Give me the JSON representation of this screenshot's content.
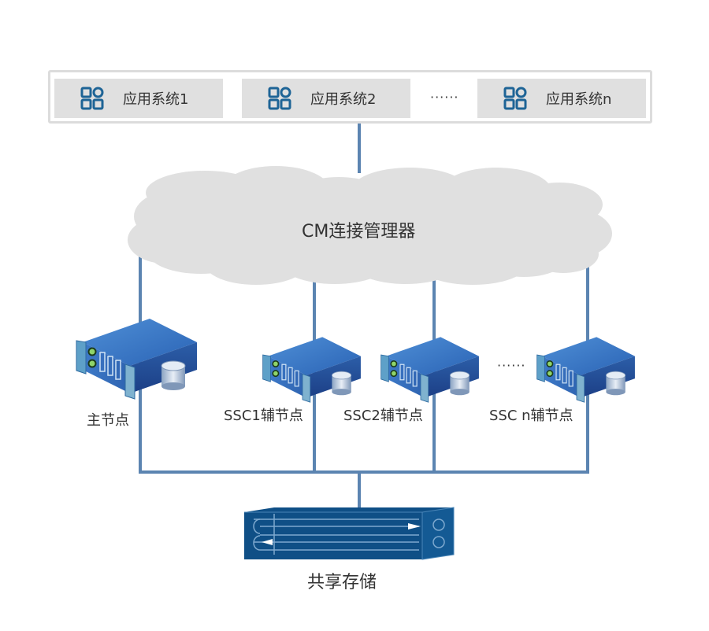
{
  "diagram": {
    "applications": [
      {
        "label": "应用系统1",
        "icon": "apps-grid-icon"
      },
      {
        "label": "应用系统2",
        "icon": "apps-grid-icon"
      },
      {
        "label": "应用系统n",
        "icon": "apps-grid-icon"
      }
    ],
    "applications_ellipsis": "······",
    "connection_manager": {
      "label": "CM连接管理器",
      "shape": "cloud"
    },
    "nodes": [
      {
        "label": "主节点",
        "icon": "server-icon"
      },
      {
        "label": "SSC1辅节点",
        "icon": "server-icon"
      },
      {
        "label": "SSC2辅节点",
        "icon": "server-icon"
      },
      {
        "label": "SSC n辅节点",
        "icon": "server-icon"
      }
    ],
    "nodes_ellipsis": "······",
    "storage": {
      "label": "共享存储",
      "icon": "storage-array-icon"
    },
    "colors": {
      "line": "#5b84b1",
      "cloud": "#e0e0e0",
      "app_box": "#e0e0e0",
      "icon_blue": "#1e6496",
      "storage_blue": "#0f4f86"
    }
  }
}
